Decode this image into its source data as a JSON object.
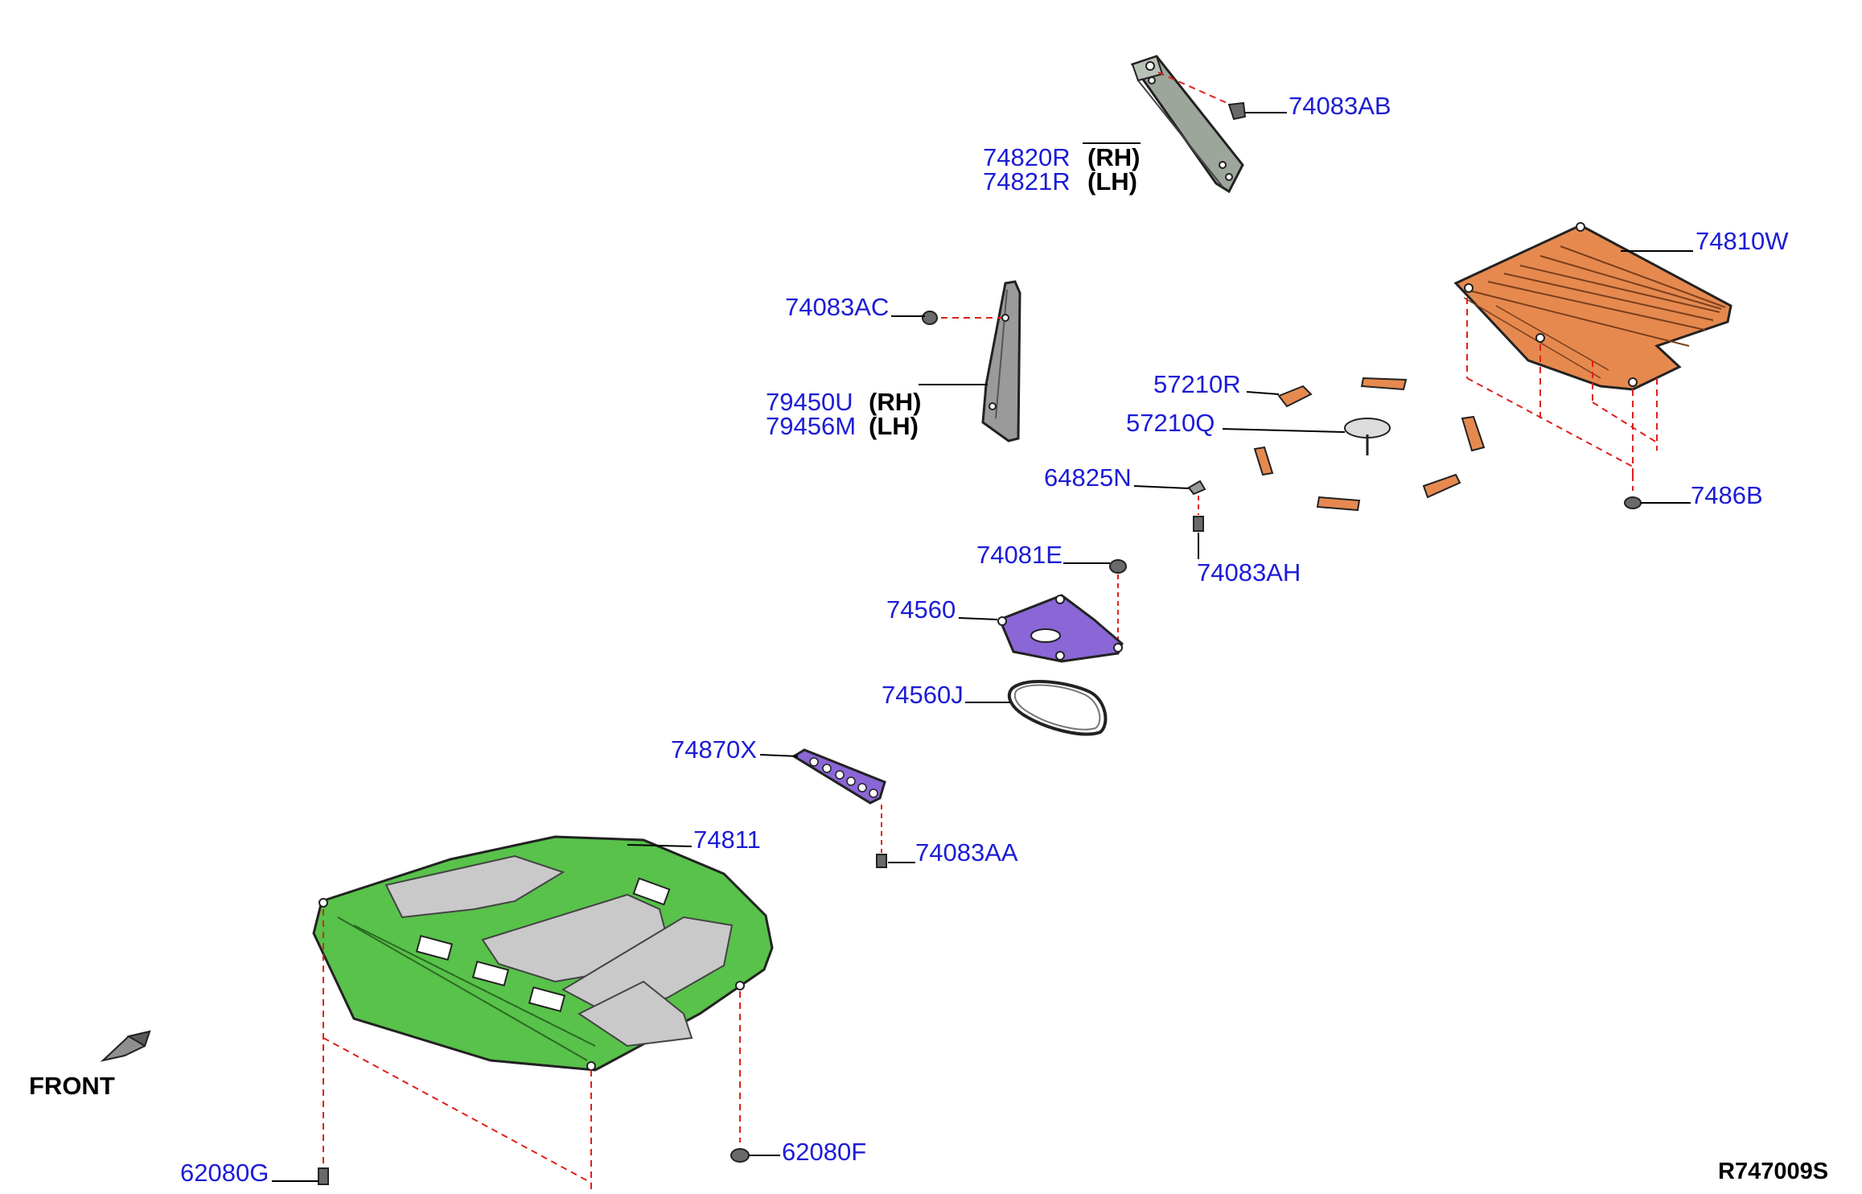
{
  "diagram": {
    "reference_code": "R747009S",
    "front_label": "FRONT",
    "parts": [
      {
        "id": "74083AB",
        "label": "74083AB"
      },
      {
        "id": "74820R",
        "label": "74820R",
        "side": "(RH)"
      },
      {
        "id": "74821R",
        "label": "74821R",
        "side": "(LH)"
      },
      {
        "id": "74810W",
        "label": "74810W"
      },
      {
        "id": "74083AC",
        "label": "74083AC"
      },
      {
        "id": "79450U",
        "label": "79450U",
        "side": "(RH)"
      },
      {
        "id": "79456M",
        "label": "79456M",
        "side": "(LH)"
      },
      {
        "id": "57210R",
        "label": "57210R"
      },
      {
        "id": "57210Q",
        "label": "57210Q"
      },
      {
        "id": "64825N",
        "label": "64825N"
      },
      {
        "id": "7486B",
        "label": "7486B"
      },
      {
        "id": "74081E",
        "label": "74081E"
      },
      {
        "id": "74083AH",
        "label": "74083AH"
      },
      {
        "id": "74560",
        "label": "74560"
      },
      {
        "id": "74560J",
        "label": "74560J"
      },
      {
        "id": "74870X",
        "label": "74870X"
      },
      {
        "id": "74811",
        "label": "74811"
      },
      {
        "id": "74083AA",
        "label": "74083AA"
      },
      {
        "id": "62080G",
        "label": "62080G"
      },
      {
        "id": "62080F",
        "label": "62080F"
      }
    ],
    "colors": {
      "part_number": "#1c1cd6",
      "leader": "#000000",
      "dashed": "#e0201c",
      "rear_cover": "#e6894f",
      "front_cover": "#58c24a",
      "heat_shield": "#c9c9c9",
      "cover_plate": "#8a66d6",
      "bracket": "#9ca69a"
    }
  }
}
